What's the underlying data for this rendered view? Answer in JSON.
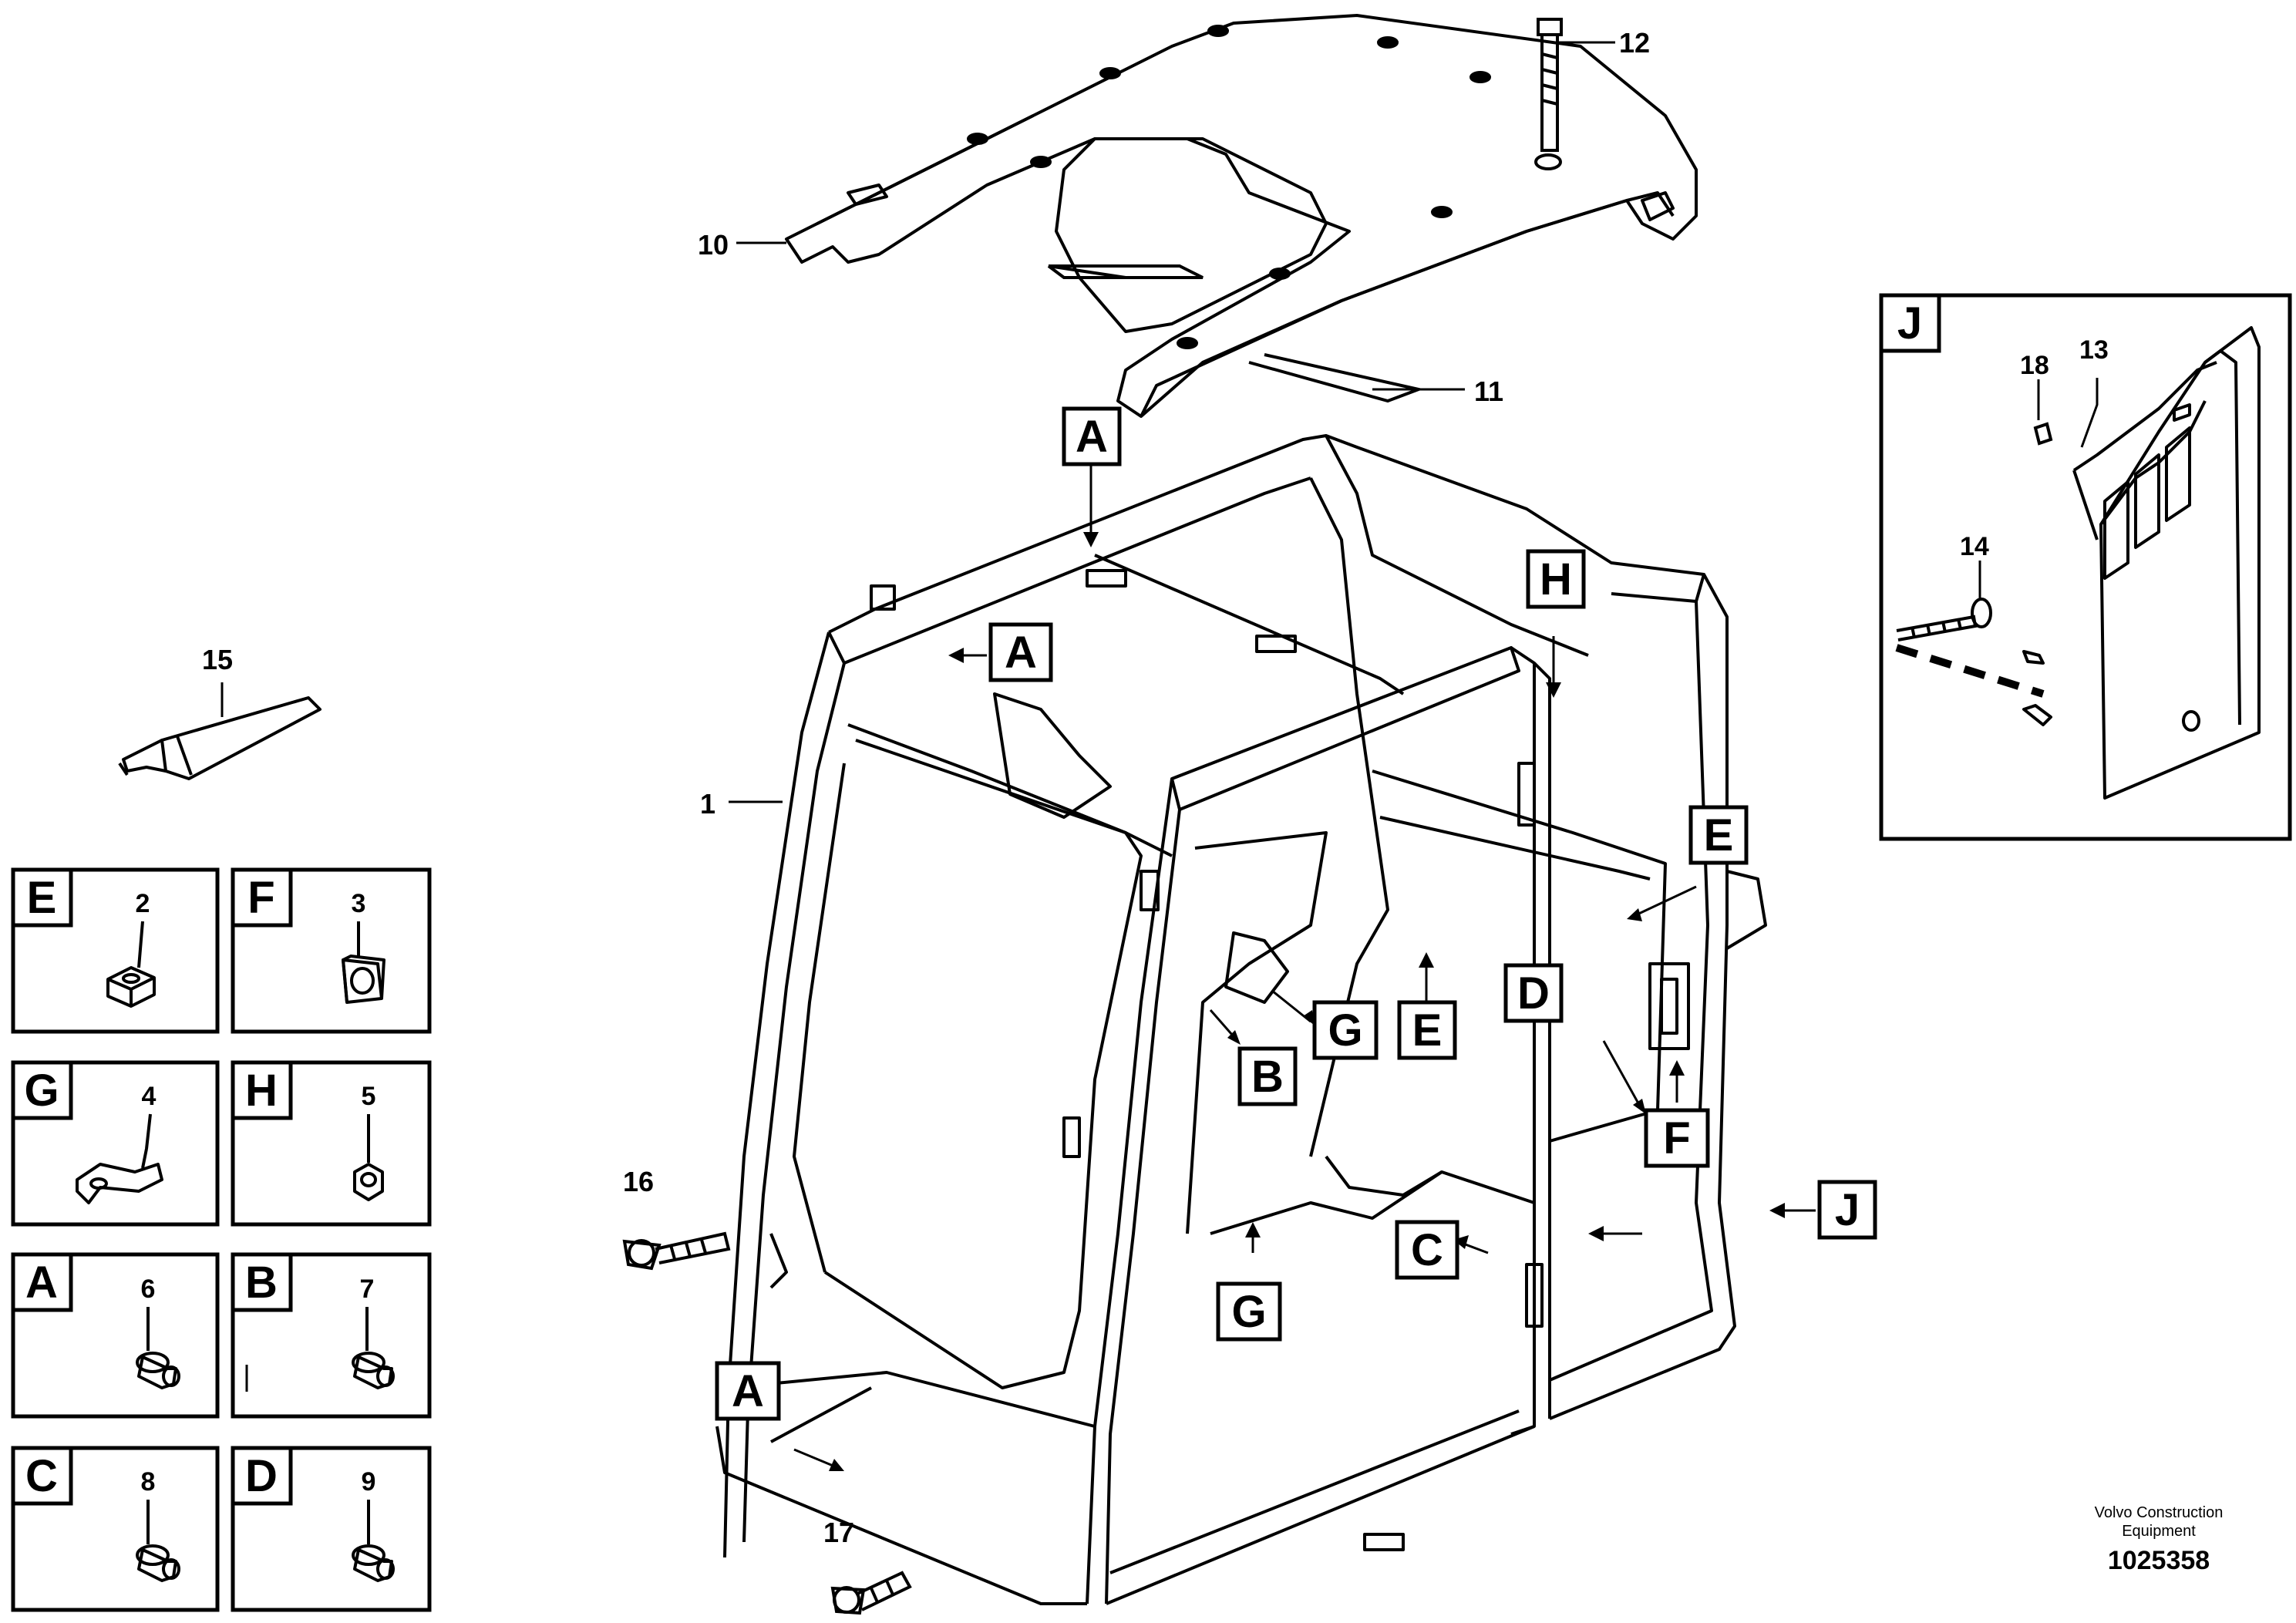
{
  "main_callouts": [
    {
      "id": "1",
      "label": "1"
    },
    {
      "id": "10",
      "label": "10"
    },
    {
      "id": "11",
      "label": "11"
    },
    {
      "id": "12",
      "label": "12"
    },
    {
      "id": "15",
      "label": "15"
    },
    {
      "id": "16",
      "label": "16"
    },
    {
      "id": "17",
      "label": "17"
    }
  ],
  "detail_letters": [
    "A",
    "A",
    "A",
    "H",
    "E",
    "D",
    "G",
    "E",
    "B",
    "F",
    "C",
    "G",
    "J"
  ],
  "legend_boxes": [
    {
      "letter": "E",
      "part": "2"
    },
    {
      "letter": "F",
      "part": "3"
    },
    {
      "letter": "G",
      "part": "4"
    },
    {
      "letter": "H",
      "part": "5"
    },
    {
      "letter": "A",
      "part": "6"
    },
    {
      "letter": "B",
      "part": "7"
    },
    {
      "letter": "C",
      "part": "8"
    },
    {
      "letter": "D",
      "part": "9"
    }
  ],
  "inset_j": {
    "letter": "J",
    "callouts": [
      "18",
      "13",
      "14"
    ]
  },
  "footer": {
    "brand_line1": "Volvo Construction",
    "brand_line2": "Equipment",
    "drawing_number": "1025358"
  }
}
